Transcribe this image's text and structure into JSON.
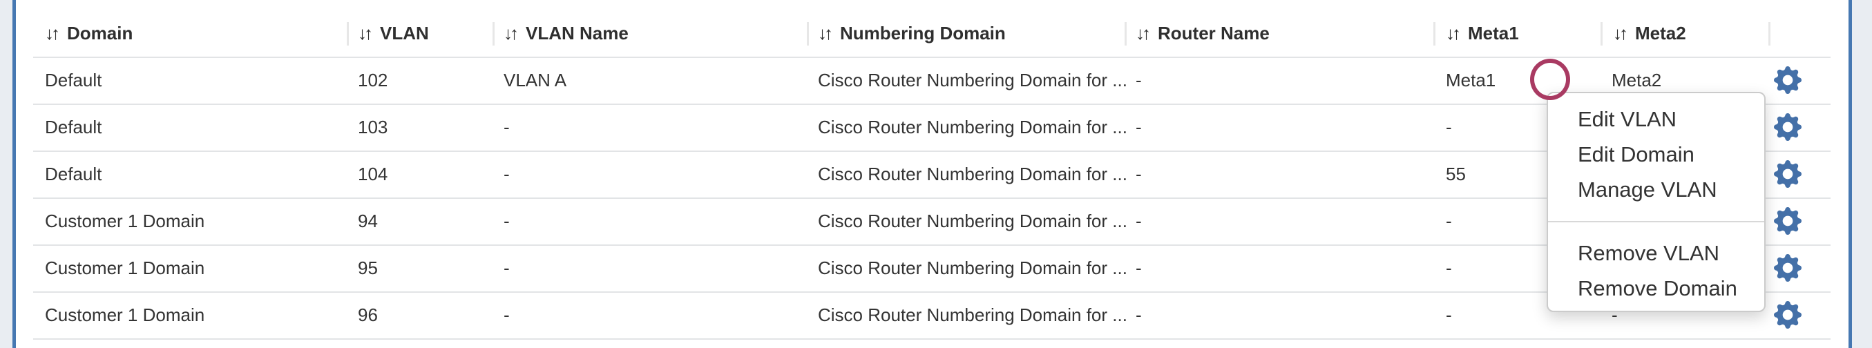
{
  "page": {
    "background": "#ffffff",
    "edge_strip_color": "#e9edf2",
    "edge_line_color": "#4678b2"
  },
  "icons": {
    "sort": "↓↑",
    "row_actions": "gear",
    "gear_color": "#4470a8"
  },
  "annotation": {
    "shape": "ellipse",
    "color": "#a93a62"
  },
  "table": {
    "columns": [
      {
        "key": "domain",
        "label": "Domain"
      },
      {
        "key": "vlan",
        "label": "VLAN"
      },
      {
        "key": "vlan_name",
        "label": "VLAN Name"
      },
      {
        "key": "numbering_domain",
        "label": "Numbering Domain"
      },
      {
        "key": "router_name",
        "label": "Router Name"
      },
      {
        "key": "meta1",
        "label": "Meta1"
      },
      {
        "key": "meta2",
        "label": "Meta2"
      }
    ],
    "rows": [
      {
        "domain": "Default",
        "vlan": "102",
        "vlan_name": "VLAN A",
        "numbering_domain": "Cisco Router Numbering Domain for ...",
        "router_name": "-",
        "meta1": "Meta1",
        "meta2": "Meta2"
      },
      {
        "domain": "Default",
        "vlan": "103",
        "vlan_name": "-",
        "numbering_domain": "Cisco Router Numbering Domain for ...",
        "router_name": "-",
        "meta1": "-",
        "meta2": ""
      },
      {
        "domain": "Default",
        "vlan": "104",
        "vlan_name": "-",
        "numbering_domain": "Cisco Router Numbering Domain for ...",
        "router_name": "-",
        "meta1": "55",
        "meta2": ""
      },
      {
        "domain": "Customer 1 Domain",
        "vlan": "94",
        "vlan_name": "-",
        "numbering_domain": "Cisco Router Numbering Domain for ...",
        "router_name": "-",
        "meta1": "-",
        "meta2": ""
      },
      {
        "domain": "Customer 1 Domain",
        "vlan": "95",
        "vlan_name": "-",
        "numbering_domain": "Cisco Router Numbering Domain for ...",
        "router_name": "-",
        "meta1": "-",
        "meta2": ""
      },
      {
        "domain": "Customer 1 Domain",
        "vlan": "96",
        "vlan_name": "-",
        "numbering_domain": "Cisco Router Numbering Domain for ...",
        "router_name": "-",
        "meta1": "-",
        "meta2": "-"
      }
    ]
  },
  "context_menu": {
    "groups": [
      {
        "items": [
          {
            "label": "Edit VLAN"
          },
          {
            "label": "Edit Domain"
          },
          {
            "label": "Manage VLAN"
          }
        ]
      },
      {
        "items": [
          {
            "label": "Remove VLAN"
          },
          {
            "label": "Remove Domain"
          }
        ]
      }
    ]
  }
}
